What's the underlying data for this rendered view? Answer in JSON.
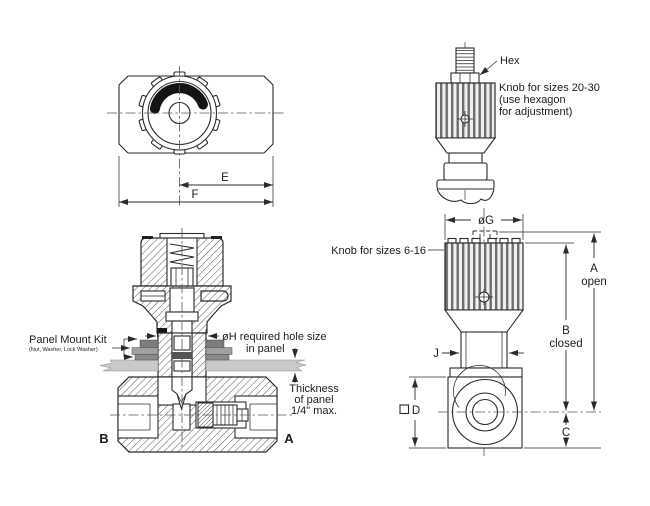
{
  "colors": {
    "line": "#2b2b2b",
    "centerline": "#555555",
    "panel_gray": "#c9c9c9",
    "washer_dark": "#7d7d7d",
    "washer_mid": "#a0a0a0",
    "washer_light": "#8a8a8a",
    "pointer_black": "#141414",
    "background": "#ffffff"
  },
  "front_view": {
    "dim_e": "E",
    "dim_f": "F"
  },
  "large_knob_view": {
    "hex_label": "Hex",
    "note_line1": "Knob for sizes 20-30",
    "note_line2": "(use hexagon",
    "note_line3": "for adjustment)"
  },
  "section_view": {
    "panel_kit_title": "Panel Mount Kit",
    "panel_kit_subtitle": "(Nut, Washer, Lock Washer)",
    "hole_note_line1": "øH required hole size",
    "hole_note_line2": "in panel",
    "thickness_line1": "Thickness",
    "thickness_line2": "of panel",
    "thickness_line3": "1/4\" max.",
    "port_left": "B",
    "port_right": "A"
  },
  "small_knob_view": {
    "note": "Knob for sizes 6-16",
    "dim_g": "øG",
    "dim_a": "A",
    "dim_a_state": "open",
    "dim_b": "B",
    "dim_b_state": "closed",
    "dim_c": "C",
    "dim_d": "D",
    "dim_j": "J"
  }
}
